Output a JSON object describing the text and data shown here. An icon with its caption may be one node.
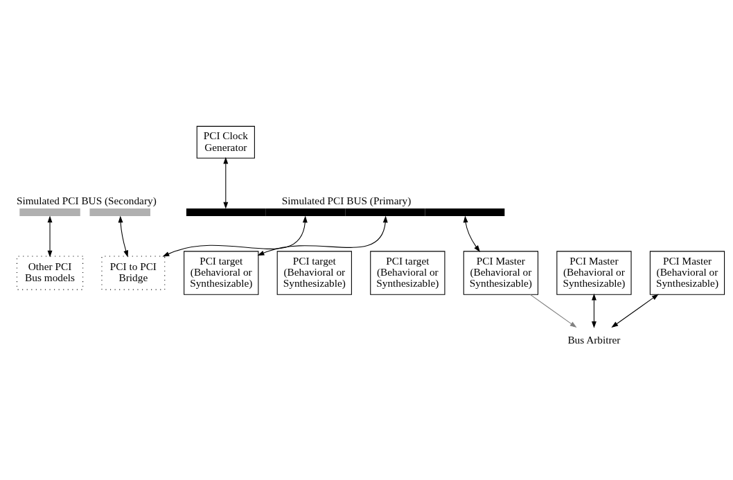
{
  "diagram": {
    "nodes": [
      {
        "text": [
          "PCI Clock Generator"
        ]
      },
      {
        "text": [],
        "shape": "bar",
        "beside": [
          "Simulated PCI BUS (Secondary)"
        ]
      },
      {
        "text": [],
        "shape": "bar",
        "beside": [
          "Simulated PCI BUS (Primary)"
        ]
      },
      {
        "text": [
          "Other PCI Bus models"
        ]
      },
      {
        "text": [
          "PCI to PCI Bridge"
        ]
      },
      {
        "text": [
          "PCI target (Behavioral or Synthesizable)"
        ]
      },
      {
        "text": [
          "PCI target (Behavioral or Synthesizable)"
        ]
      },
      {
        "text": [
          "PCI target (Behavioral or Synthesizable)"
        ]
      },
      {
        "text": [
          "PCI Master (Behavioral or Synthesizable)"
        ]
      },
      {
        "text": [
          "PCI Master (Behavioral or Synthesizable)"
        ]
      },
      {
        "text": [
          "PCI Master (Behavioral or Synthesizable)"
        ]
      },
      {
        "text": [
          "Bus Arbitrer"
        ]
      }
    ],
    "edges": [
      {
        "from": 0,
        "to": 2,
        "arrow": "both"
      },
      {
        "from": 1,
        "to": 3,
        "arrow": "both"
      },
      {
        "from": 1,
        "to": 4,
        "arrow": "both"
      },
      {
        "from": 2,
        "to": 4,
        "arrow": "both"
      },
      {
        "from": 2,
        "to": 5,
        "arrow": "both"
      },
      {
        "from": 2,
        "to": 8,
        "arrow": "both"
      },
      {
        "from": 8,
        "to": 11,
        "arrow": "to",
        "color": "#808080"
      },
      {
        "from": 9,
        "to": 11,
        "arrow": "both"
      },
      {
        "from": 10,
        "to": 11,
        "arrow": "both"
      }
    ]
  }
}
